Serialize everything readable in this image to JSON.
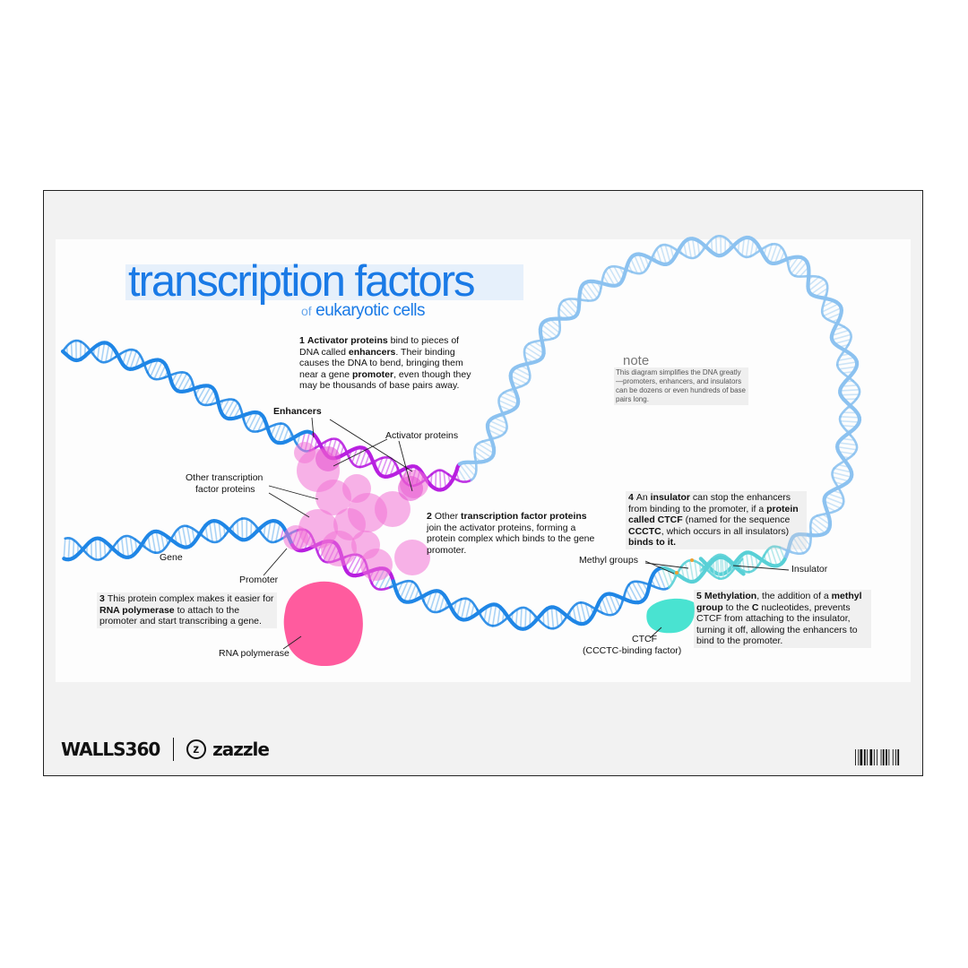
{
  "title": "transcription factors",
  "subtitle": {
    "prefix": "of",
    "main": "eukaryotic cells"
  },
  "steps": [
    {
      "num": "1",
      "parts": [
        {
          "b": true,
          "t": "Activator proteins"
        },
        {
          "b": false,
          "t": " bind to pieces of DNA called "
        },
        {
          "b": true,
          "t": "enhancers"
        },
        {
          "b": false,
          "t": ". Their binding causes the DNA to bend, bringing them near a gene "
        },
        {
          "b": true,
          "t": "promoter"
        },
        {
          "b": false,
          "t": ", even though they may be thousands of base pairs away."
        }
      ]
    },
    {
      "num": "2",
      "parts": [
        {
          "b": false,
          "t": "Other "
        },
        {
          "b": true,
          "t": "transcription factor proteins"
        },
        {
          "b": false,
          "t": " join the activator proteins, forming a protein complex which binds to the gene promoter."
        }
      ]
    },
    {
      "num": "3",
      "parts": [
        {
          "b": false,
          "t": "This protein complex makes it easier for "
        },
        {
          "b": true,
          "t": "RNA polymerase"
        },
        {
          "b": false,
          "t": " to attach to the promoter and start transcribing a gene."
        }
      ]
    },
    {
      "num": "4",
      "parts": [
        {
          "b": false,
          "t": "An "
        },
        {
          "b": true,
          "t": "insulator"
        },
        {
          "b": false,
          "t": " can stop the enhancers from binding to the promoter, if a "
        },
        {
          "b": true,
          "t": "protein called CTCF"
        },
        {
          "b": false,
          "t": " (named for the sequence "
        },
        {
          "b": true,
          "t": "CCCTC"
        },
        {
          "b": false,
          "t": ", which occurs in all insulators) "
        },
        {
          "b": true,
          "t": "binds to it."
        }
      ]
    },
    {
      "num": "5",
      "parts": [
        {
          "b": true,
          "t": "Methylation"
        },
        {
          "b": false,
          "t": ", the addition of a "
        },
        {
          "b": true,
          "t": "methyl group"
        },
        {
          "b": false,
          "t": " to the "
        },
        {
          "b": true,
          "t": "C"
        },
        {
          "b": false,
          "t": " nucleotides, prevents CTCF from attaching to the insulator, turning it off, allowing the enhancers to bind to the promoter."
        }
      ]
    }
  ],
  "note": {
    "title": "note",
    "body": "This diagram simplifies the DNA greatly—promoters, enhancers, and insulators can be dozens or even hundreds of base pairs long."
  },
  "labels": {
    "enhancers": "Enhancers",
    "activator_proteins": "Activator proteins",
    "other_tf_line1": "Other transcription",
    "other_tf_line2": "factor proteins",
    "gene": "Gene",
    "promoter": "Promoter",
    "rna_polymerase": "RNA polymerase",
    "methyl_groups": "Methyl groups",
    "insulator": "Insulator",
    "ctcf": "CTCF",
    "ctcf_full": "(CCCTC-binding factor)"
  },
  "brand": {
    "walls": "WALLS360",
    "zazzle": "zazzle",
    "zazzle_mark": "z"
  },
  "colors": {
    "title": "#1a7ae6",
    "dna_dark": "#1f86e6",
    "dna_light": "#8fc6f4",
    "enhancer": "#b81fe0",
    "tf_protein": "#f272d6",
    "rna_polymerase": "#ff4d96",
    "ctcf": "#3fe2cf",
    "insulator": "#58d0d6",
    "methyl": "#f0a030"
  }
}
